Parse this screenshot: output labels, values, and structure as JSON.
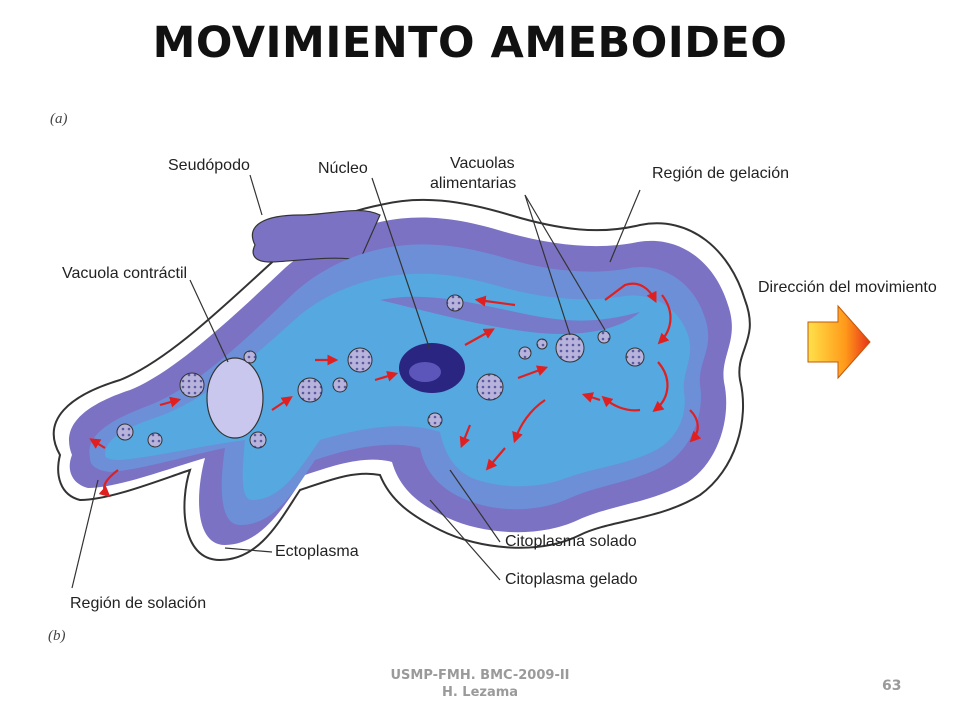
{
  "title": "MOVIMIENTO AMEBOIDEO",
  "panels": {
    "a": "(a)",
    "b": "(b)"
  },
  "labels": {
    "seudopodo": "Seudópodo",
    "nucleo": "Núcleo",
    "vacuolas_line1": "Vacuolas",
    "vacuolas_line2": "alimentarias",
    "region_gelacion": "Región de gelación",
    "vacuola_contractil": "Vacuola contráctil",
    "direccion": "Dirección del movimiento",
    "ectoplasma": "Ectoplasma",
    "citoplasma_solado": "Citoplasma solado",
    "citoplasma_gelado": "Citoplasma gelado",
    "region_solacion": "Región de solación"
  },
  "colors": {
    "outer_membrane": "#ffffff",
    "ectoplasm": "#7b72c4",
    "endoplasm": "#56a8e0",
    "arrow": "#e02020",
    "nucleus": "#2a2580"
  },
  "footer": {
    "line1": "USMP-FMH. BMC-2009-II",
    "line2": "H. Lezama"
  },
  "page_number": "63"
}
